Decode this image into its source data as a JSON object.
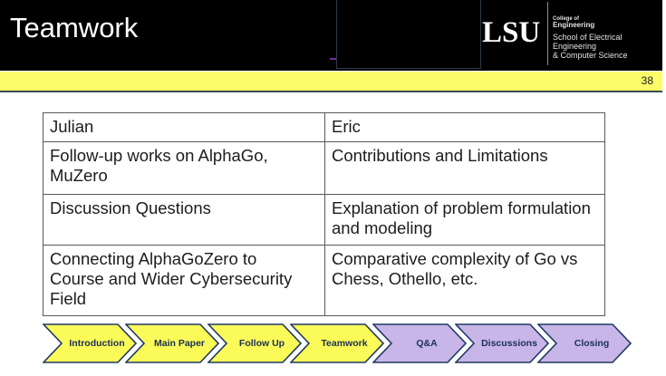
{
  "slide": {
    "title": "Teamwork",
    "number": "38"
  },
  "logo": {
    "acronym": "LSU",
    "college_line1": "College of",
    "college_line2": "Engineering",
    "school_line1": "School of Electrical Engineering",
    "school_line2": "& Computer Science"
  },
  "table": {
    "rows": [
      [
        "Julian",
        "Eric"
      ],
      [
        "Follow-up works on AlphaGo,\nMuZero",
        "Contributions and Limitations"
      ],
      [
        "Discussion Questions",
        "Explanation of problem formulation\nand modeling"
      ],
      [
        "Connecting AlphaGoZero to\nCourse and Wider Cybersecurity\nField",
        "Comparative complexity of Go vs\nChess, Othello, etc."
      ]
    ]
  },
  "progress_nav": {
    "items": [
      {
        "label": "Introduction",
        "highlight": "yellow"
      },
      {
        "label": "Main Paper",
        "highlight": "yellow"
      },
      {
        "label": "Follow Up",
        "highlight": "yellow"
      },
      {
        "label": "Teamwork",
        "highlight": "yellow"
      },
      {
        "label": "Q&A",
        "highlight": "purple"
      },
      {
        "label": "Discussions",
        "highlight": "purple"
      },
      {
        "label": "Closing",
        "highlight": "purple"
      }
    ]
  },
  "colors": {
    "header_bg": "#000000",
    "title_text": "#ffffff",
    "band_yellow": "#fcfc6b",
    "band_underline": "#3b4a52",
    "chevron_yellow": "#fafa58",
    "chevron_purple": "#c9b6e9",
    "chevron_border": "#1f3864",
    "chevron_text": "#1b2f55",
    "table_border": "#595959",
    "table_text": "#1c1c1c",
    "box_border": "#2c3b47",
    "purple_dash": "#7030a0",
    "logo_divider": "#8c8c8c",
    "logo_text": "#e2e2e2"
  }
}
